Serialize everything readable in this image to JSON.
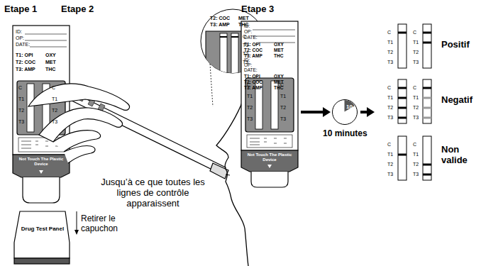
{
  "diagram": {
    "nodes": [
      {
        "text": [
          "ID:",
          "OP:",
          "DATE:",
          "T1: OPI",
          "OXY",
          "T2: COC",
          "MET",
          "T3: AMP",
          "THC"
        ]
      },
      {
        "text": [
          "10"
        ]
      },
      {
        "text": [
          "Positif",
          "Negatif",
          "Non valide"
        ]
      }
    ],
    "edges": [
      {
        "from": 0,
        "to": 1,
        "arrow": "to"
      },
      {
        "from": 1,
        "to": 2,
        "arrow": "to"
      }
    ],
    "labels": [
      "Etape 1",
      "Etape 2",
      "Etape 3",
      "ID:",
      "OP:",
      "DATE:",
      "T1: OPI",
      "OXY",
      "T2: COC",
      "MET",
      "T3: AMP",
      "THC",
      "C",
      "T1",
      "T2",
      "T3",
      "C",
      "T1",
      "T2",
      "T3",
      "Not Touch The Plastic Device",
      "Drug Test Panel",
      "Retirer le capuchon",
      "T2: COC",
      "MET",
      "T3: AMP",
      "THC",
      "C",
      "T1",
      "T2",
      "T3",
      "Jusqu’à ce que toutes les lignes de contrôle apparaissent",
      "ID:",
      "OP:",
      "DATE:",
      "T1: OPI",
      "OXY",
      "T2: COC",
      "MET",
      "T3: AMP",
      "THC",
      "C",
      "T1",
      "T2",
      "T3",
      "C",
      "T1",
      "T2",
      "T3",
      "Not Touch The Plastic Device",
      "10 minutes",
      "C",
      "T1",
      "T2",
      "T3",
      "C",
      "T1",
      "T2",
      "T3",
      "C",
      "T1",
      "T2",
      "T3",
      "C",
      "T1",
      "T2",
      "T3",
      "C",
      "T1",
      "T2",
      "T3",
      "C",
      "T1",
      "T2",
      "T3"
    ]
  }
}
